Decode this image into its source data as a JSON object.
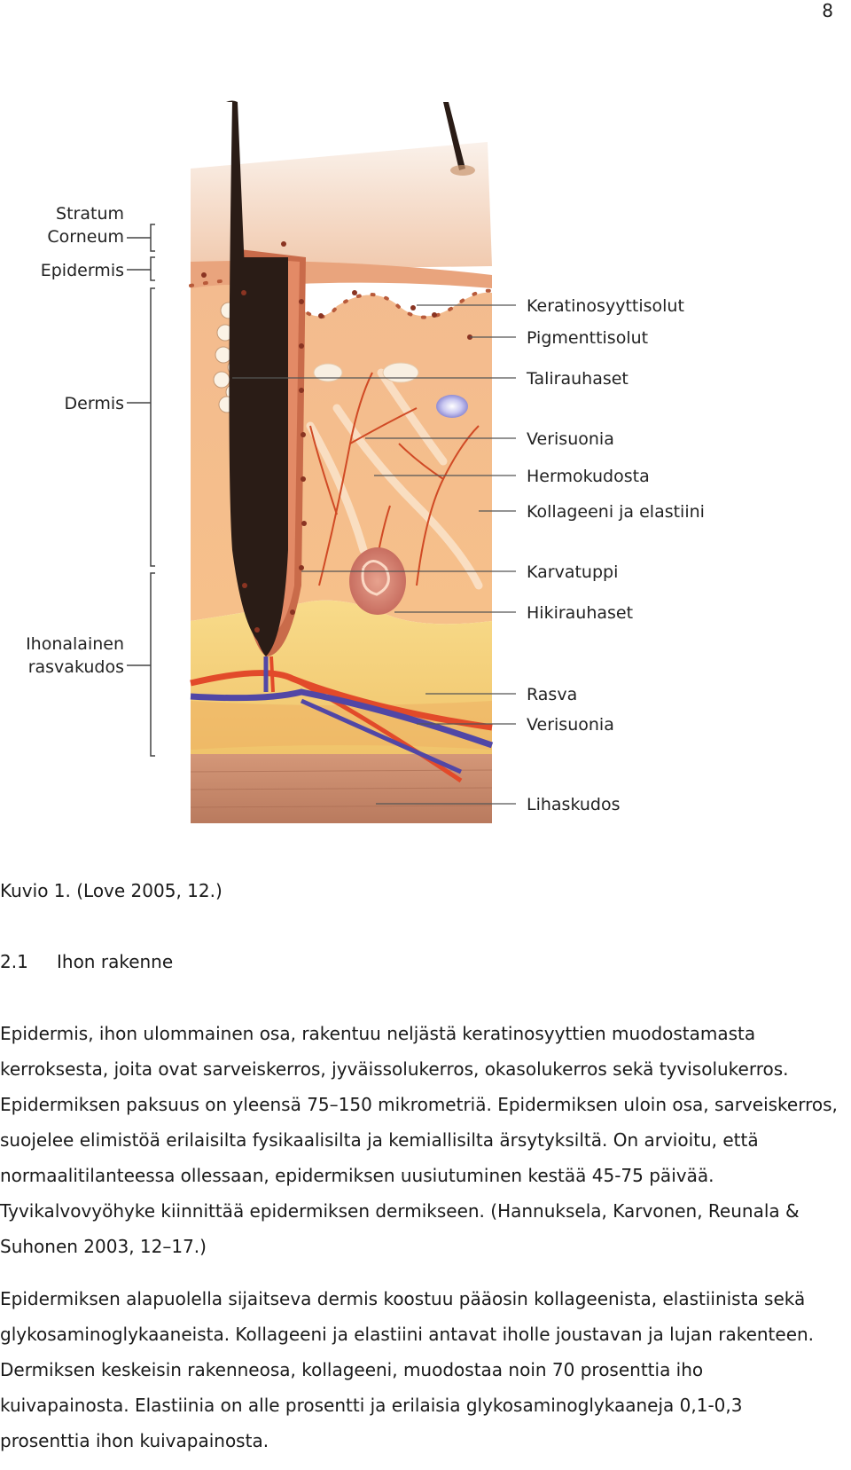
{
  "page_number": "8",
  "figure": {
    "left_labels": [
      {
        "id": "stratum",
        "text": "Stratum\nCorneum"
      },
      {
        "id": "epidermis",
        "text": "Epidermis"
      },
      {
        "id": "dermis",
        "text": "Dermis"
      },
      {
        "id": "fat",
        "text": "Ihonalainen\nrasvakudos"
      }
    ],
    "right_labels": [
      "Keratinosyyttisolut",
      "Pigmenttisolut",
      "Talirauhaset",
      "Verisuonia",
      "Hermokudosta",
      "Kollageeni ja elastiini",
      "Karvatuppi",
      "Hikirauhaset",
      "Rasva",
      "Verisuonia",
      "Lihaskudos"
    ],
    "colors": {
      "surface": "#f4d4bc",
      "epidermis": "#e9a47d",
      "dermis": "#f2b98c",
      "fat": "#f6d27a",
      "muscle": "#c98a6a",
      "hair": "#2a1c16",
      "artery": "#e24a2a",
      "vein": "#5147a6"
    }
  },
  "caption": "Kuvio 1. (Love 2005, 12.)",
  "section": {
    "number": "2.1",
    "title": "Ihon rakenne"
  },
  "paragraphs": [
    "Epidermis, ihon ulommainen osa, rakentuu neljästä keratinosyyttien muodostamasta kerroksesta, joita ovat sarveiskerros, jyväissolukerros, okasolukerros sekä tyvisolukerros. Epidermiksen paksuus on yleensä 75–150 mikrometriä. Epidermiksen uloin osa, sarveiskerros, suojelee elimistöä erilaisilta fysikaalisilta ja kemiallisilta ärsytyksiltä. On arvioitu, että normaalitilanteessa ollessaan, epidermiksen uusiutuminen kestää 45-75 päivää. Tyvikalvovyöhyke kiinnittää epidermiksen dermikseen. (Hannuksela, Karvonen, Reunala & Suhonen 2003, 12–17.)",
    "Epidermiksen alapuolella sijaitseva dermis koostuu pääosin kollageenista, elastiinista sekä glykosaminoglykaaneista. Kollageeni ja elastiini antavat iholle joustavan ja lujan rakenteen. Dermiksen keskeisin rakenneosa, kollageeni, muodostaa noin 70 prosenttia iho kuivapainosta. Elastiinia on alle prosentti ja erilaisia glykosaminoglykaaneja 0,1-0,3 prosenttia ihon kuivapainosta."
  ]
}
